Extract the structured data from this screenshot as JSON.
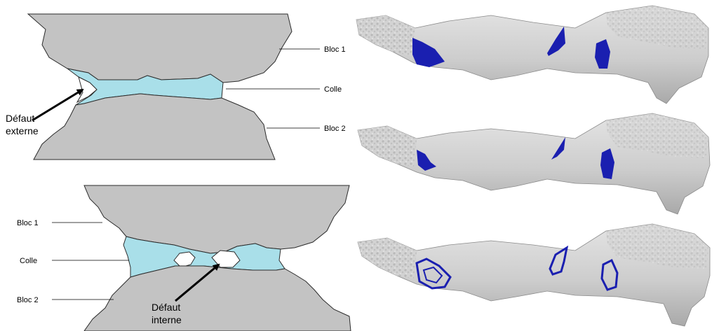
{
  "panel_external": {
    "labels": {
      "bloc1": "Bloc 1",
      "colle": "Colle",
      "bloc2": "Bloc 2"
    },
    "defect_line1": "Défaut",
    "defect_line2": "externe"
  },
  "panel_internal": {
    "labels": {
      "bloc1": "Bloc 1",
      "colle": "Colle",
      "bloc2": "Bloc 2"
    },
    "defect_line1": "Défaut",
    "defect_line2": "interne"
  },
  "renders": {
    "count": 3,
    "stone_color": "#c9c9c9",
    "glue_color": "#1a1fb0"
  },
  "colors": {
    "block": "#c3c3c3",
    "glue": "#a9dfe9",
    "outline": "#2b2b2b"
  }
}
